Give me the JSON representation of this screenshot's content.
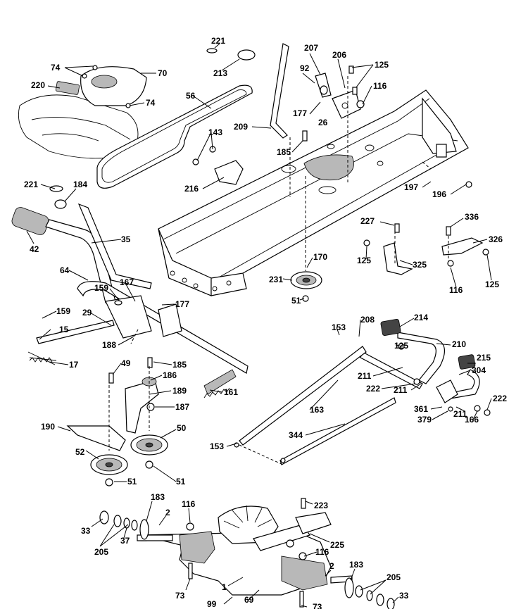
{
  "callouts": [
    {
      "id": "c221a",
      "text": "221"
    },
    {
      "id": "c213",
      "text": "213"
    },
    {
      "id": "c207",
      "text": "207"
    },
    {
      "id": "c206",
      "text": "206"
    },
    {
      "id": "c125a",
      "text": "125"
    },
    {
      "id": "c92",
      "text": "92"
    },
    {
      "id": "c116a",
      "text": "116"
    },
    {
      "id": "c74a",
      "text": "74"
    },
    {
      "id": "c70",
      "text": "70"
    },
    {
      "id": "c220",
      "text": "220"
    },
    {
      "id": "c74b",
      "text": "74"
    },
    {
      "id": "c56",
      "text": "56"
    },
    {
      "id": "c177a",
      "text": "177"
    },
    {
      "id": "c26",
      "text": "26"
    },
    {
      "id": "c209",
      "text": "209"
    },
    {
      "id": "c143",
      "text": "143"
    },
    {
      "id": "c185a",
      "text": "185"
    },
    {
      "id": "c216",
      "text": "216"
    },
    {
      "id": "c197",
      "text": "197"
    },
    {
      "id": "c196",
      "text": "196"
    },
    {
      "id": "c221b",
      "text": "221"
    },
    {
      "id": "c184",
      "text": "184"
    },
    {
      "id": "c42",
      "text": "42"
    },
    {
      "id": "c35",
      "text": "35"
    },
    {
      "id": "c227",
      "text": "227"
    },
    {
      "id": "c336",
      "text": "336"
    },
    {
      "id": "c326",
      "text": "326"
    },
    {
      "id": "c125b",
      "text": "125"
    },
    {
      "id": "c325",
      "text": "325"
    },
    {
      "id": "c170",
      "text": "170"
    },
    {
      "id": "c125c",
      "text": "125"
    },
    {
      "id": "c116b",
      "text": "116"
    },
    {
      "id": "c64",
      "text": "64"
    },
    {
      "id": "c231",
      "text": "231"
    },
    {
      "id": "c159a",
      "text": "159"
    },
    {
      "id": "c167",
      "text": "167"
    },
    {
      "id": "c177b",
      "text": "177"
    },
    {
      "id": "c51a",
      "text": "51"
    },
    {
      "id": "c159b",
      "text": "159"
    },
    {
      "id": "c29",
      "text": "29"
    },
    {
      "id": "c15",
      "text": "15"
    },
    {
      "id": "c208",
      "text": "208"
    },
    {
      "id": "c214",
      "text": "214"
    },
    {
      "id": "c153a",
      "text": "153"
    },
    {
      "id": "c125d",
      "text": "125"
    },
    {
      "id": "c210",
      "text": "210"
    },
    {
      "id": "c188",
      "text": "188"
    },
    {
      "id": "c17",
      "text": "17"
    },
    {
      "id": "c49",
      "text": "49"
    },
    {
      "id": "c185b",
      "text": "185"
    },
    {
      "id": "c186",
      "text": "186"
    },
    {
      "id": "c215",
      "text": "215"
    },
    {
      "id": "c304",
      "text": "304"
    },
    {
      "id": "c211a",
      "text": "211"
    },
    {
      "id": "c222a",
      "text": "222"
    },
    {
      "id": "c211b",
      "text": "211"
    },
    {
      "id": "c189",
      "text": "189"
    },
    {
      "id": "c161",
      "text": "161"
    },
    {
      "id": "c187",
      "text": "187"
    },
    {
      "id": "c163",
      "text": "163"
    },
    {
      "id": "c222b",
      "text": "222"
    },
    {
      "id": "c361",
      "text": "361"
    },
    {
      "id": "c211c",
      "text": "211"
    },
    {
      "id": "c379",
      "text": "379"
    },
    {
      "id": "c166",
      "text": "166"
    },
    {
      "id": "c190",
      "text": "190"
    },
    {
      "id": "c50",
      "text": "50"
    },
    {
      "id": "c344",
      "text": "344"
    },
    {
      "id": "c153b",
      "text": "153"
    },
    {
      "id": "c52",
      "text": "52"
    },
    {
      "id": "c51b",
      "text": "51"
    },
    {
      "id": "c51c",
      "text": "51"
    },
    {
      "id": "c183a",
      "text": "183"
    },
    {
      "id": "c116c",
      "text": "116"
    },
    {
      "id": "c223",
      "text": "223"
    },
    {
      "id": "c2a",
      "text": "2"
    },
    {
      "id": "c33a",
      "text": "33"
    },
    {
      "id": "c37",
      "text": "37"
    },
    {
      "id": "c205a",
      "text": "205"
    },
    {
      "id": "c225",
      "text": "225"
    },
    {
      "id": "c116d",
      "text": "116"
    },
    {
      "id": "c2b",
      "text": "2"
    },
    {
      "id": "c183b",
      "text": "183"
    },
    {
      "id": "c205b",
      "text": "205"
    },
    {
      "id": "c1",
      "text": "1"
    },
    {
      "id": "c73a",
      "text": "73"
    },
    {
      "id": "c33b",
      "text": "33"
    },
    {
      "id": "c99",
      "text": "99"
    },
    {
      "id": "c69",
      "text": "69"
    },
    {
      "id": "c73b",
      "text": "73"
    }
  ]
}
